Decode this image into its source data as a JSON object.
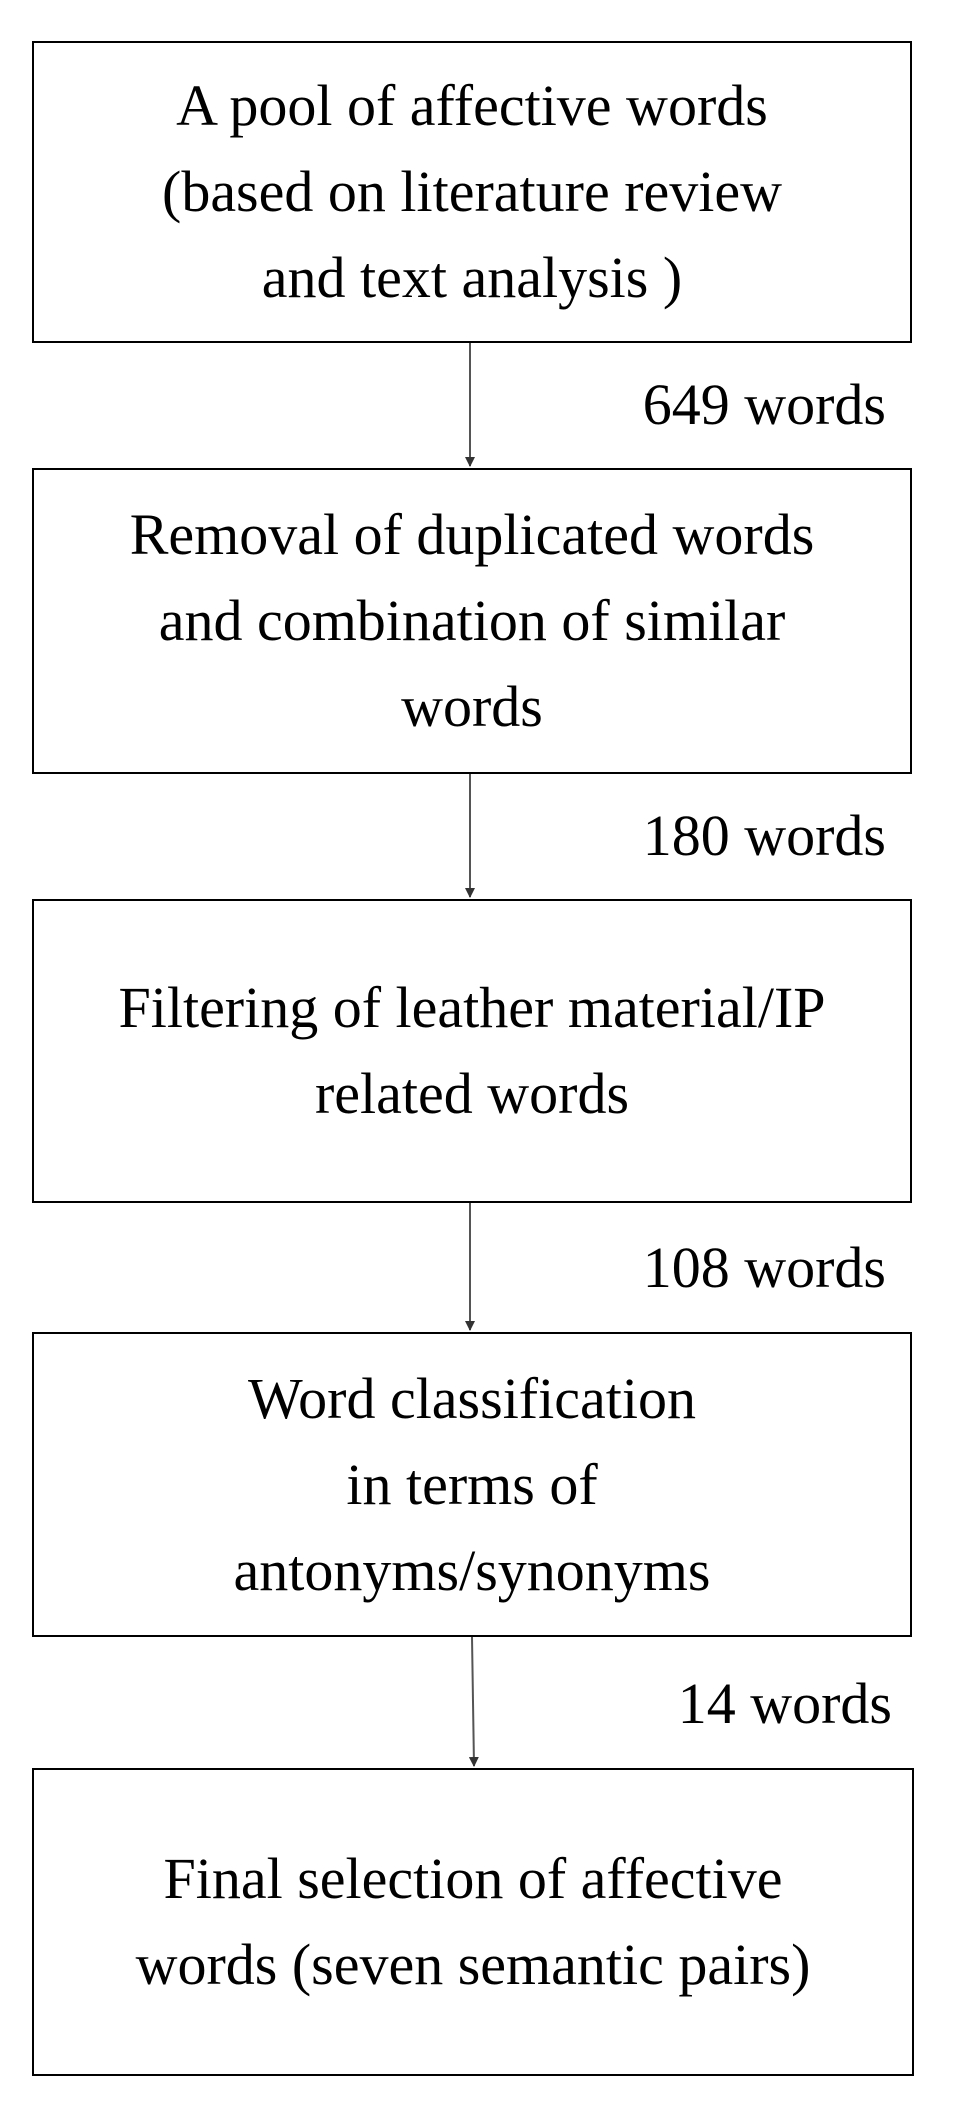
{
  "flowchart": {
    "steps": [
      {
        "label": "A pool of affective words\n(based on literature review\nand text analysis )"
      },
      {
        "label": "Removal of duplicated words\nand combination of similar\nwords"
      },
      {
        "label": "Filtering of leather material/IP\nrelated words"
      },
      {
        "label": "Word classification\nin terms of\nantonyms/synonyms"
      },
      {
        "label": "Final selection of affective\nwords (seven semantic pairs)"
      }
    ],
    "transitions": [
      {
        "count": "649 words"
      },
      {
        "count": "180 words"
      },
      {
        "count": "108 words"
      },
      {
        "count": "14 words"
      }
    ]
  }
}
